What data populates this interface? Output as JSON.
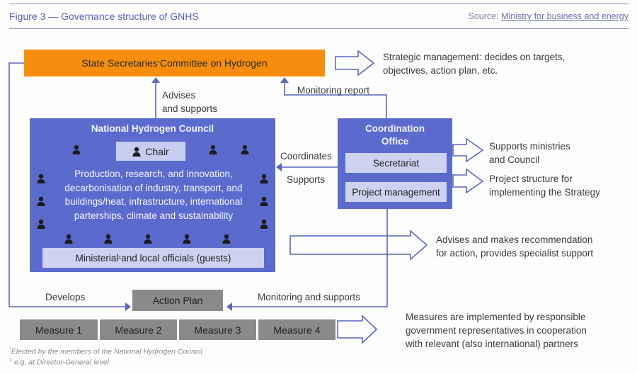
{
  "header": {
    "figure_title": "Figure 3 — Governance structure of GNHS",
    "source_prefix": "Source: ",
    "source_link": "Ministry for business and energy"
  },
  "committee": {
    "label": "State Secretaries",
    "footnote_mark": "*",
    "label_rest": " Committee on Hydrogen",
    "description_line1": "Strategic management: decides on targets,",
    "description_line2": "objectives, action plan, etc."
  },
  "connectors": {
    "advises_line1": "Advises",
    "advises_line2": "and supports",
    "monitoring_report": "Monitoring report",
    "coordinates": "Coordinates",
    "supports": "Supports",
    "develops": "Develops",
    "monitoring_and_supports": "Monitoring and supports"
  },
  "council": {
    "title": "National Hydrogen Council",
    "chair": "Chair",
    "description": "Production, research, and innovation, decarbonisation of industry, transport, and buildings/heat, infrastructure, international parterships, climate and sustainability",
    "officials_prefix": "Ministerial",
    "officials_mark": "1",
    "officials_rest": " and local officials (guests)",
    "advice_line1": "Advises and makes recommendation",
    "advice_line2": "for action, provides specialist support"
  },
  "coordination_office": {
    "title_line1": "Coordination",
    "title_line2": "Office",
    "secretariat": "Secretariat",
    "project_management": "Project management",
    "secretariat_desc_line1": "Supports ministries",
    "secretariat_desc_line2": "and Council",
    "pm_desc_line1": "Project structure for",
    "pm_desc_line2": "implementing the Strategy"
  },
  "action_plan": {
    "label": "Action Plan"
  },
  "measures": {
    "items": [
      "Measure 1",
      "Measure 2",
      "Measure 3",
      "Measure 4"
    ],
    "desc_line1": "Measures are implemented by responsible",
    "desc_line2": "government representatives in cooperation",
    "desc_line3": "with relevant (also international) partners"
  },
  "footnotes": {
    "note1_mark": "*",
    "note1": "Elected by the members of the National Hydrogen Council",
    "note2_mark": "1",
    "note2": "e.g. at Director-General level"
  },
  "colors": {
    "accent_blue": "#5b6bcd",
    "light_blue": "#cdd2f1",
    "orange": "#f78d0f",
    "gray_box": "#8a8a8a",
    "line_blue": "#5a66c4"
  }
}
